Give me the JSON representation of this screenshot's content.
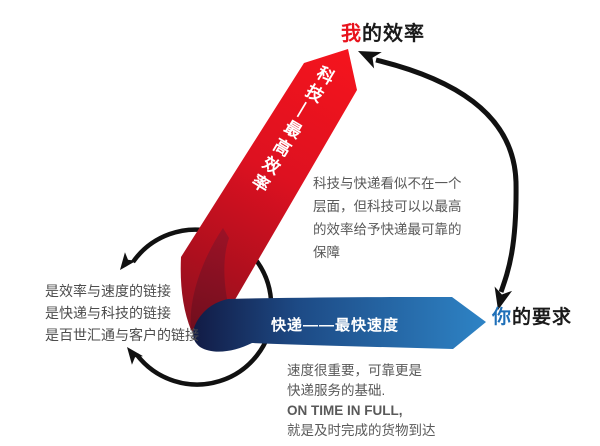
{
  "labels": {
    "my_efficiency": {
      "highlight": "我",
      "rest": "的效率"
    },
    "your_demand": {
      "highlight": "你",
      "rest": "的要求"
    },
    "tech_ribbon": "科技—最高效率",
    "express_arrow": "快递——最快速度"
  },
  "notes": {
    "tech": {
      "lines": [
        "科技与快递看似不在一个",
        "层面，但科技可以以最高",
        "的效率给予快递最可靠的",
        "保障"
      ]
    },
    "link": {
      "lines": [
        "是效率与速度的链接",
        "是快递与科技的链接",
        "是百世汇通与客户的链接"
      ]
    },
    "speed": {
      "lines": [
        "速度很重要，可靠更是",
        "快递服务的基础.",
        "ON TIME IN FULL,",
        "就是及时完成的货物到达"
      ]
    }
  },
  "icons": {
    "left_cycle": "circular-double-arrow",
    "right_cycle": "curved-double-arrow",
    "tech_shape": "red-ribbon-arrow-up",
    "express_shape": "blue-arrow-right"
  },
  "colors": {
    "ribbon_red_bright": "#f0161f",
    "ribbon_red_dark": "#8e1220",
    "fold_maroon": "#7a0f1e",
    "arrow_blue_dark": "#121c46",
    "arrow_blue_bright": "#2e84c6",
    "highlight_red": "#e8121c",
    "highlight_blue": "#1e6fb8",
    "note_gray": "#595959",
    "cycle_black": "#111111"
  }
}
